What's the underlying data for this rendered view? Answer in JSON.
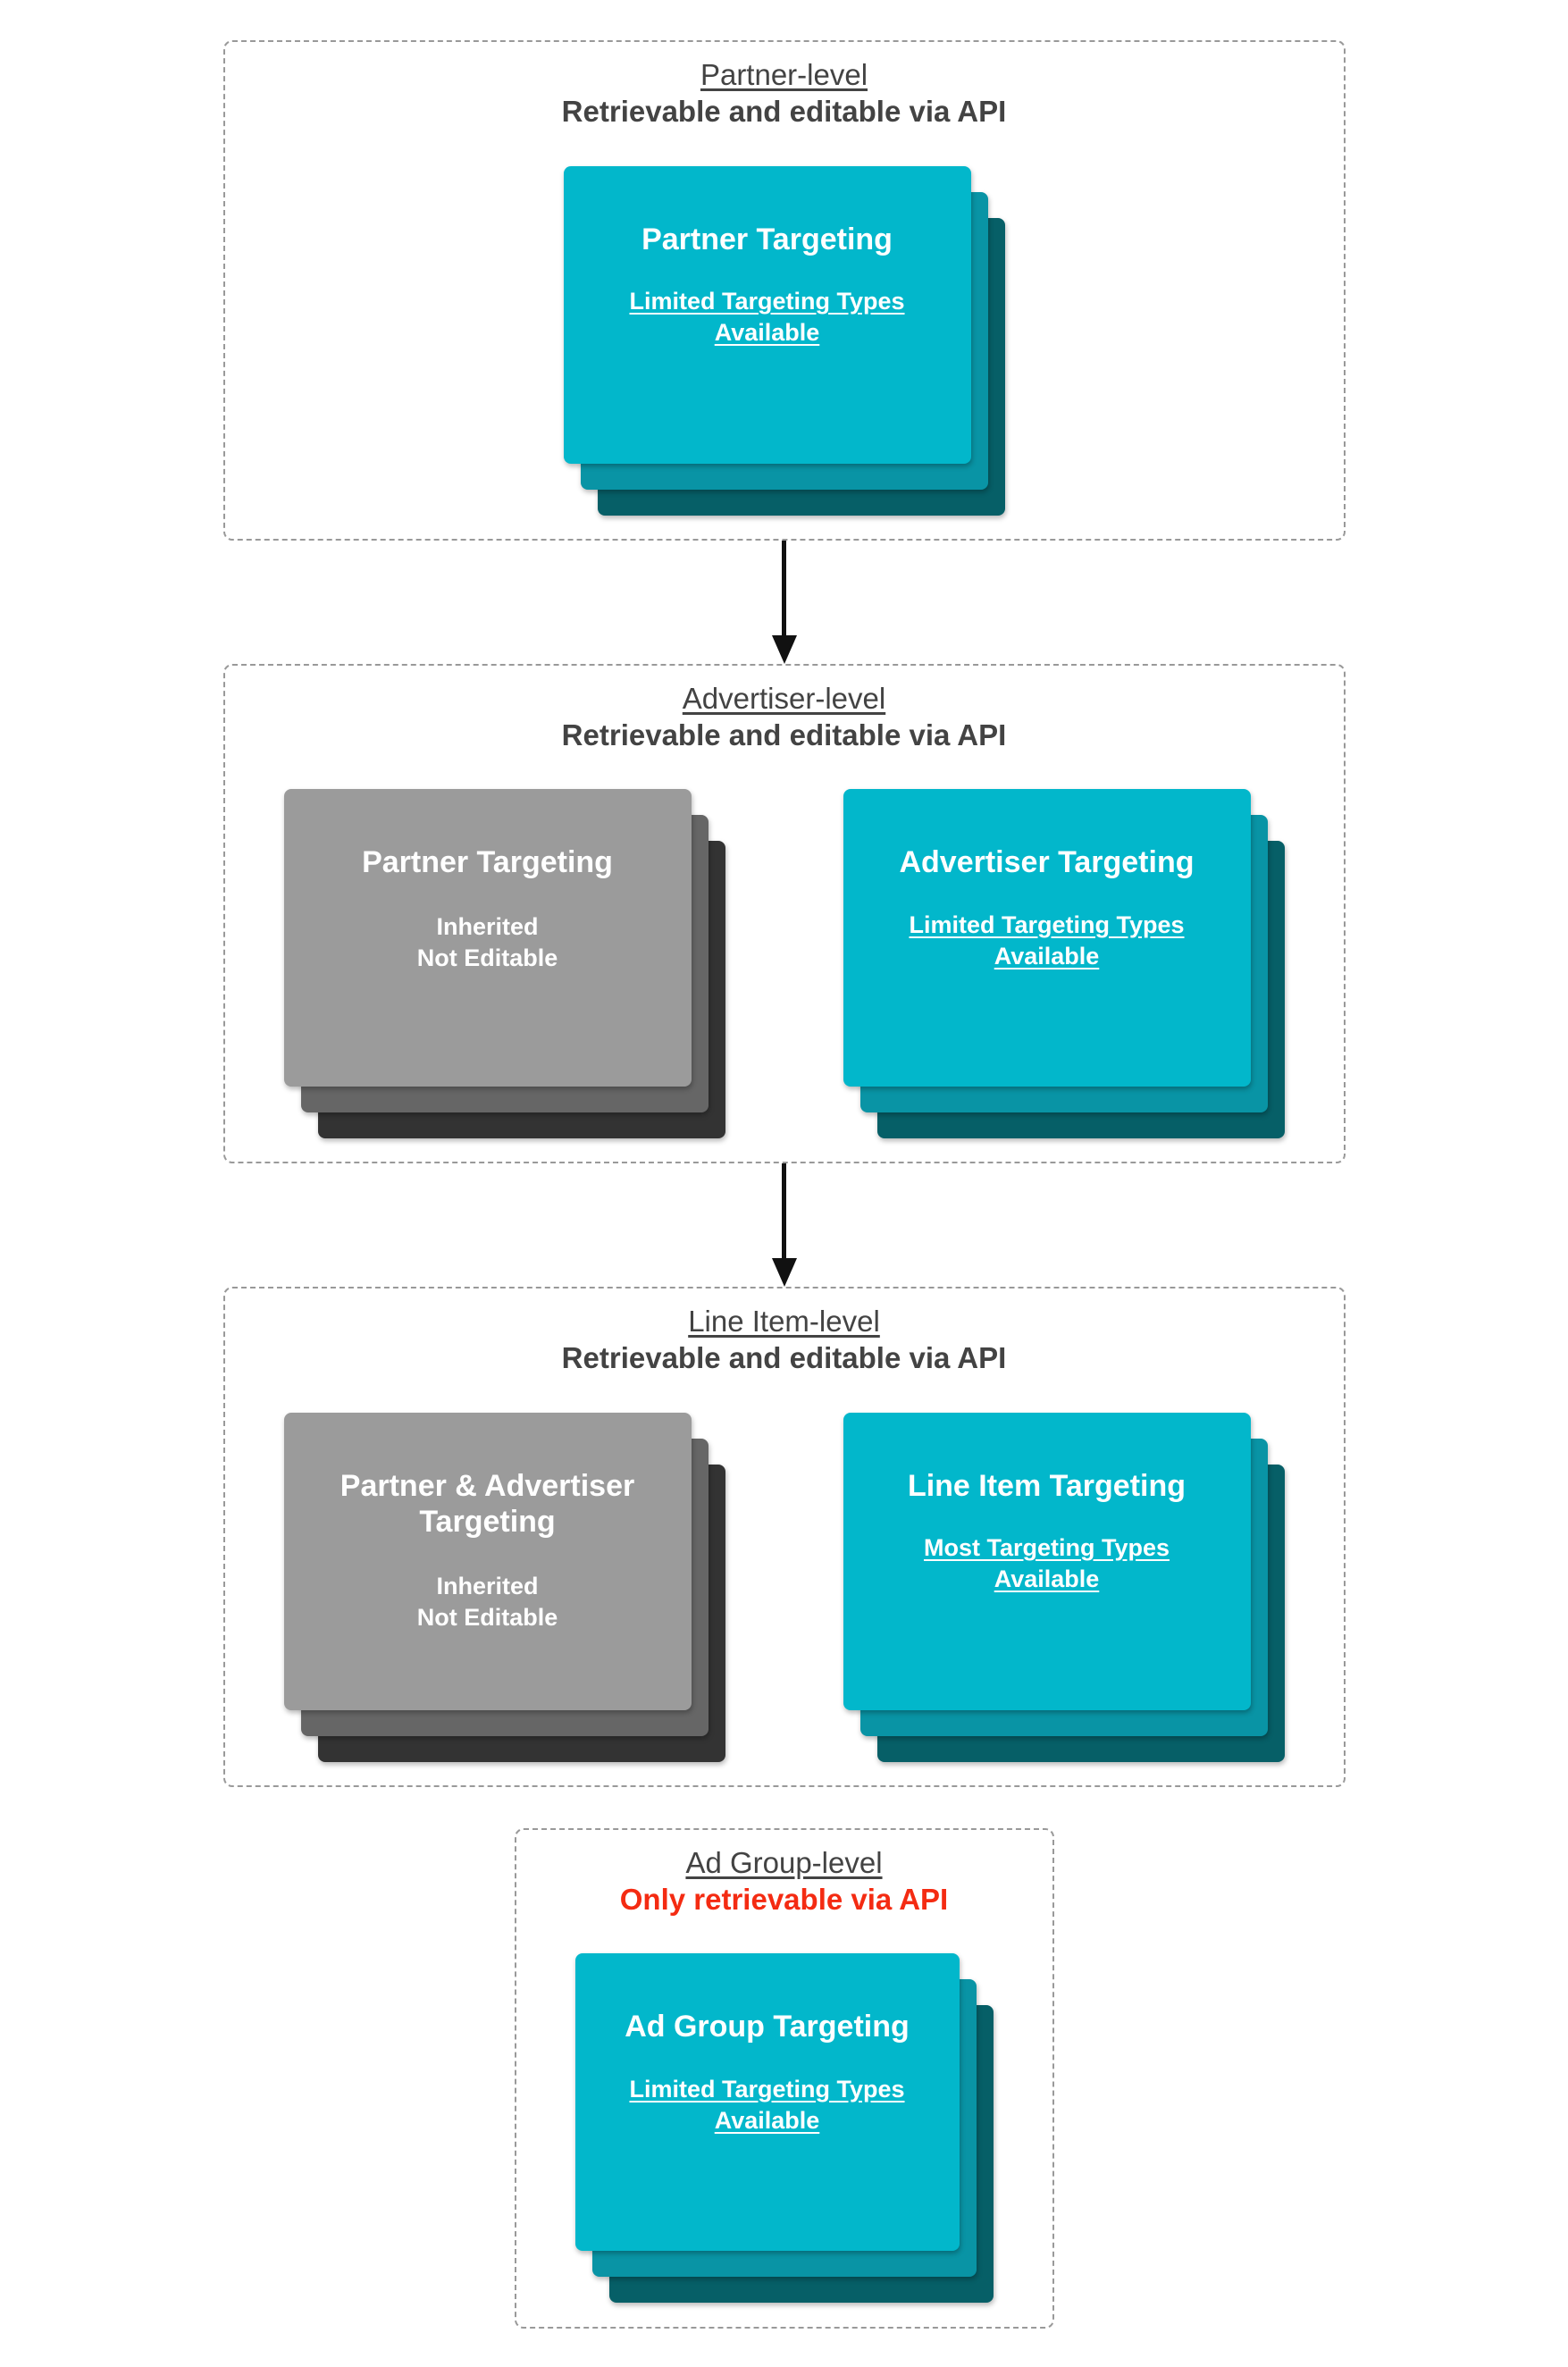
{
  "colors": {
    "teal_front": "#02b7cb",
    "teal_middle": "#0994a5",
    "teal_back": "#065f67",
    "gray_front": "#9b9b9b",
    "gray_middle": "#666666",
    "gray_back": "#333333",
    "header_text": "#434343",
    "red_text": "#f42b12",
    "dashed_border": "#999999",
    "arrow": "#111111"
  },
  "sections": [
    {
      "title": "Partner-level",
      "subtitle": "Retrievable and editable via API",
      "arrow_after": true,
      "cards": [
        {
          "variant": "teal",
          "title": "Partner Targeting",
          "body": "Limited Targeting Types Available"
        }
      ]
    },
    {
      "title": "Advertiser-level",
      "subtitle": "Retrievable and editable via API",
      "arrow_after": true,
      "cards": [
        {
          "variant": "gray",
          "title": "Partner Targeting",
          "body_lines": [
            "Inherited",
            "Not Editable"
          ]
        },
        {
          "variant": "teal",
          "title": "Advertiser Targeting",
          "body": "Limited Targeting Types Available"
        }
      ]
    },
    {
      "title": "Line Item-level",
      "subtitle": "Retrievable and editable via API",
      "arrow_after": false,
      "cards": [
        {
          "variant": "gray",
          "title": "Partner & Advertiser Targeting",
          "body_lines": [
            "Inherited",
            "Not Editable"
          ]
        },
        {
          "variant": "teal",
          "title": "Line Item Targeting",
          "body": "Most Targeting Types Available"
        }
      ]
    },
    {
      "title": "Ad Group-level",
      "subtitle": "Only retrievable via API",
      "arrow_after": false,
      "cards": [
        {
          "variant": "teal",
          "title": "Ad Group Targeting",
          "body": "Limited Targeting Types Available"
        }
      ]
    }
  ]
}
